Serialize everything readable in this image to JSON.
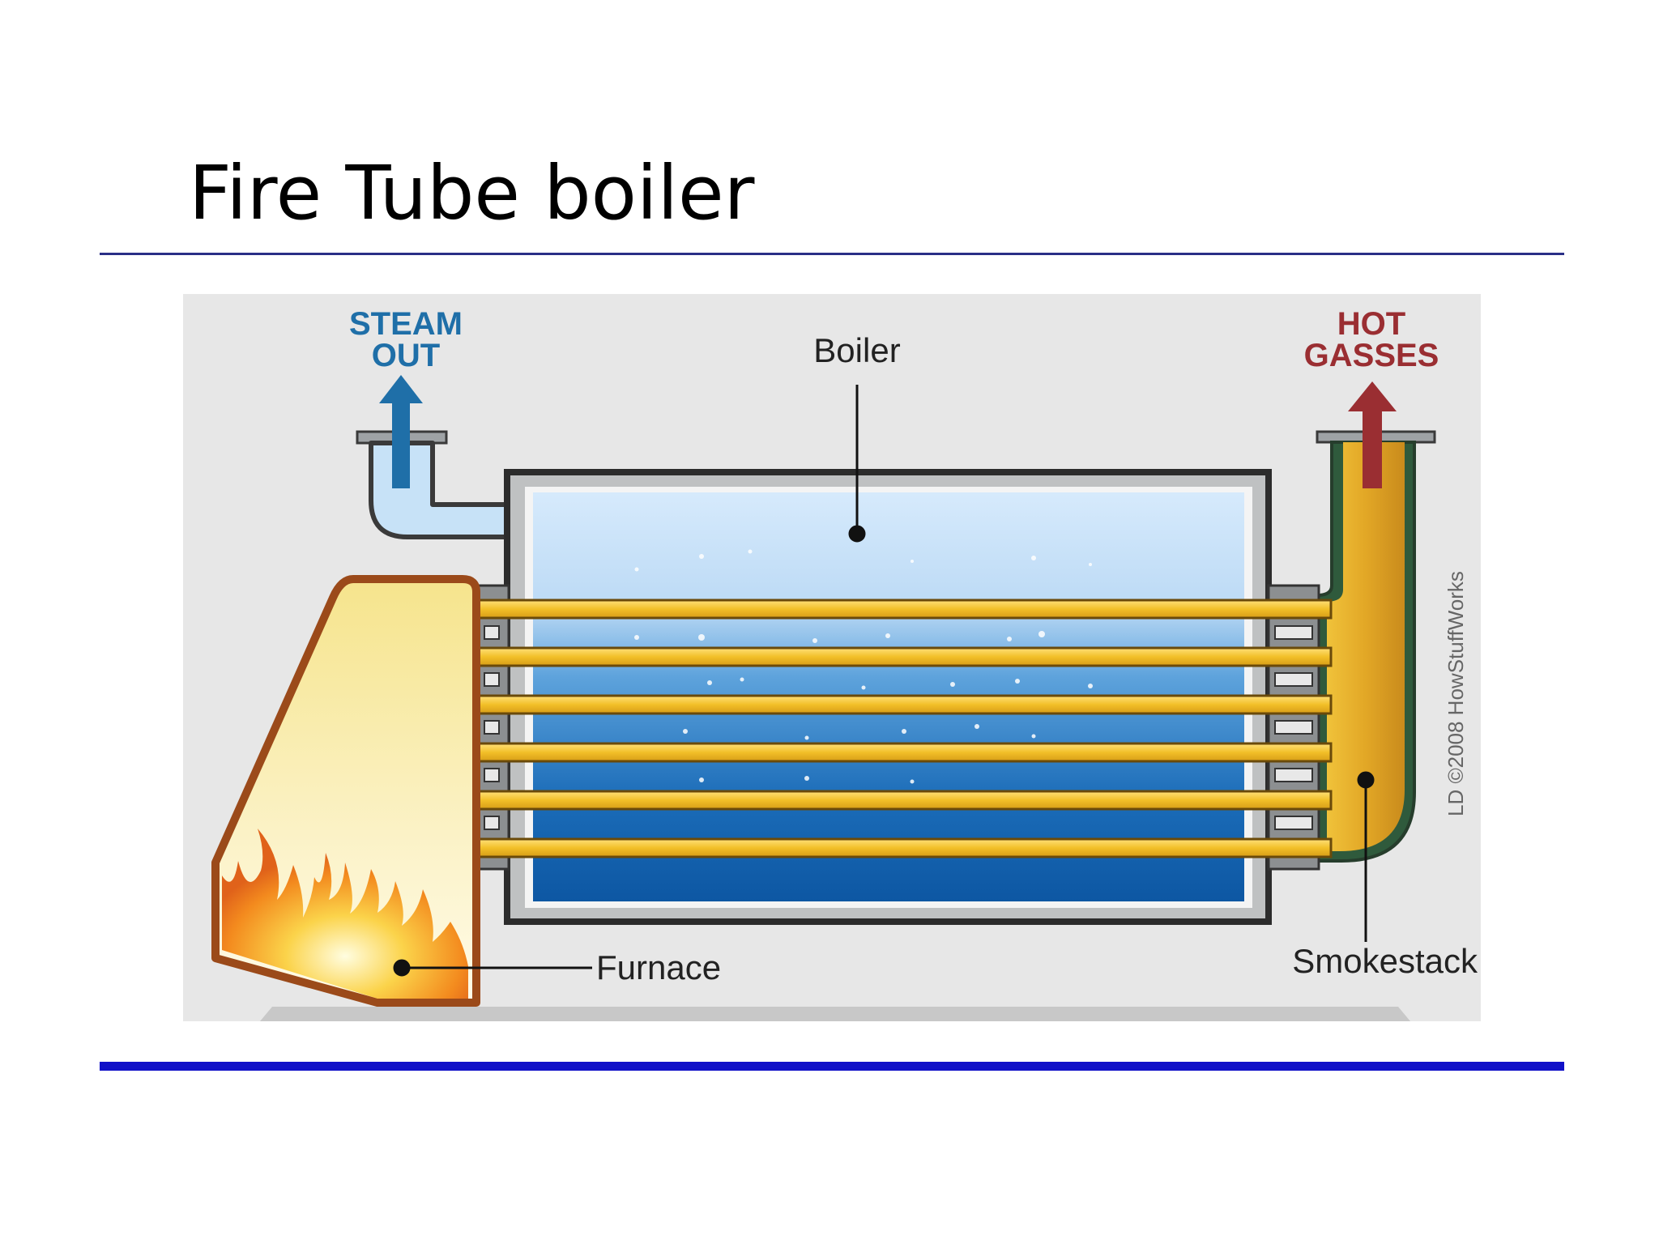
{
  "slide": {
    "title": "Fire Tube boiler"
  },
  "diagram": {
    "labels": {
      "steam_out": [
        "STEAM",
        "OUT"
      ],
      "hot_gasses": [
        "HOT",
        "GASSES"
      ],
      "boiler": "Boiler",
      "furnace": "Furnace",
      "smokestack": "Smokestack",
      "credit": "LD ©2008 HowStuffWorks"
    },
    "colors": {
      "steam": "#1f6fa8",
      "hot_gasses": "#9a2e32",
      "tube": "#f2c02a",
      "water_top": "#cfe6fb",
      "water_bottom": "#0f5aa6",
      "background": "#e6e6e6",
      "rule_thin": "#2a2f86",
      "rule_thick": "#1010c8"
    },
    "icons": [
      "up-arrow-icon",
      "flame-icon"
    ]
  }
}
